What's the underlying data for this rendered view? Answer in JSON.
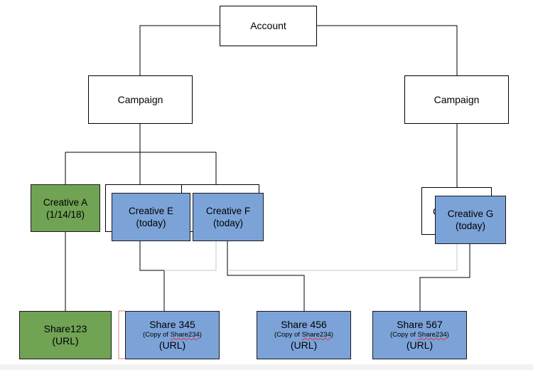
{
  "account": {
    "label": "Account"
  },
  "campaigns": [
    {
      "label": "Campaign"
    },
    {
      "label": "Campaign"
    }
  ],
  "creatives": {
    "a": {
      "line1": "Creative A",
      "line2": "(1/14/18)",
      "color": "#70a354"
    },
    "e": {
      "line1": "Creative E",
      "line2": "(today)",
      "color": "#7ca3d8"
    },
    "f": {
      "line1": "Creative F",
      "line2": "(today)",
      "color": "#7ca3d8"
    },
    "g": {
      "line1": "Creative G",
      "line2": "(today)",
      "color": "#7ca3d8"
    },
    "g_hidden_char": "C"
  },
  "shares": {
    "s123": {
      "line1": "Share123",
      "line2": "(URL)",
      "color": "#70a354"
    },
    "s345": {
      "line1": "Share 345",
      "copy_prefix": "(Copy of ",
      "copy_name": "Share234",
      "copy_suffix": ")",
      "line2": "(URL)",
      "color": "#7ca3d8"
    },
    "s456": {
      "line1": "Share 456",
      "copy_prefix": "(Copy of ",
      "copy_name": "Share234",
      "copy_suffix": ")",
      "line2": "(URL)",
      "color": "#7ca3d8"
    },
    "s567": {
      "line1": "Share 567",
      "copy_prefix": "(Copy of ",
      "copy_name": "Share234",
      "copy_suffix": ")",
      "line2": "(URL)",
      "color": "#7ca3d8"
    }
  }
}
